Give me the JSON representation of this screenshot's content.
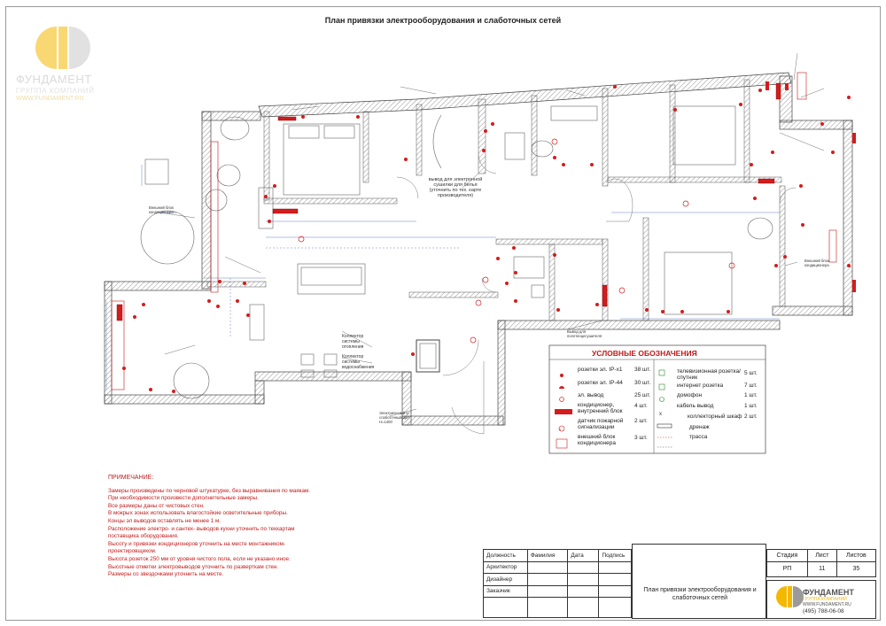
{
  "page": {
    "title": "План привязки электрооборудования и слаботочных сетей"
  },
  "brand": {
    "name": "ФУНДАМЕНТ",
    "group": "ГРУППА КОМПАНИЙ",
    "site": "WWW.FUNDAMENT.RU",
    "phone": "(495) 788-06-08",
    "colors": {
      "yellow": "#f5b800",
      "grey": "#8a8a8a",
      "red": "#d41c1c"
    }
  },
  "annotations": {
    "collector_heating": "Коллектор системы отопления",
    "collector_water": "Коллектор системы водоснабжения",
    "dryer": "вывод для электронной сушилки для белья (уточнить по тех. карте производителя)",
    "electric_panel": "Электрический и слаботочный щит H=1400",
    "ac_outer": "Внешний блок кондиционера",
    "ac_outer2": "Внешний блок кондиционера",
    "towel": "Вывод для полотенцесушителя"
  },
  "legend": {
    "title": "УСЛОВНЫЕ ОБОЗНАЧЕНИЯ",
    "left": [
      {
        "label": "розетки эл. IP-x1",
        "count": "38 шт."
      },
      {
        "label": "розетки эл. IP-44",
        "count": "30 шт."
      },
      {
        "label": "эл. вывод",
        "count": "25 шт."
      },
      {
        "label": "кондиционер, внутренний блок",
        "count": "4 шт."
      },
      {
        "label": "датчик пожарной сигнализации",
        "count": "2 шт."
      },
      {
        "label": "внешний блок кондиционера",
        "count": "3 шт."
      }
    ],
    "right": [
      {
        "label": "телевизионная розетка/ спутник",
        "count": "5 шт."
      },
      {
        "label": "интернет розетка",
        "count": "7 шт."
      },
      {
        "label": "домофон",
        "count": "1 шт."
      },
      {
        "label": "кабель вывод",
        "count": "1 шт."
      },
      {
        "label": "коллекторный шкаф",
        "count": "2 шт."
      },
      {
        "label": "дренаж",
        "count": ""
      },
      {
        "label": "трасса",
        "count": ""
      }
    ]
  },
  "notes": {
    "heading": "ПРИМЕЧАНИЕ:",
    "lines": [
      "Замеры произведены по черновой штукатурке, без выравнивания по маякам.",
      "При необходимости произвести дополнительные замеры.",
      "Все размеры даны от чистовых стен.",
      "В мокрых зонах использовать влагостойкие осветительные приборы.",
      "Концы эл выводов оставлять не менее 1 м.",
      "Расположение электро- и сантех- выводов кухни уточнить по техкартам",
      " поставщика оборудования.",
      "Высоту и привязки кондиционеров уточнить на месте монтажником-",
      "проектировщиком.",
      "Высота розеток 250 мм от уровня чистого пола, если не указано иное.",
      "Высотные отметки электровыводов уточнить по разверткам стен.",
      "Размеры со звездочками уточнить на месте."
    ]
  },
  "title_block": {
    "headers": [
      "Должность",
      "Фамилия",
      "Дата",
      "Подпись"
    ],
    "roles": [
      "Архитектор",
      "Дизайнер",
      "Заказчик"
    ],
    "stage_label": "Стадия",
    "sheet_label": "Лист",
    "sheets_label": "Листов",
    "stage": "РП",
    "sheet": "11",
    "sheets": "35",
    "drawing_title": "План привязки электрооборудования и слаботочных сетей"
  }
}
